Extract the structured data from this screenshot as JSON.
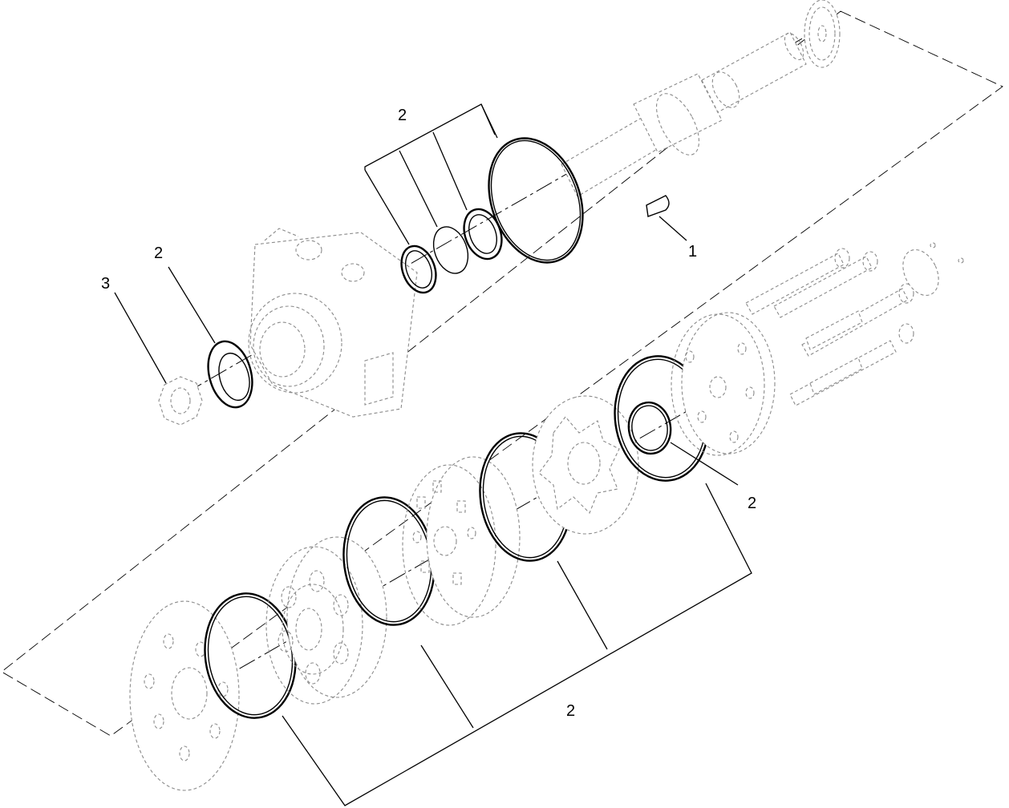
{
  "callouts": {
    "c1": "1",
    "c2_top": "2",
    "c2_left": "2",
    "c3": "3",
    "c2_right": "2",
    "c2_bottom": "2"
  },
  "colors": {
    "line": "#000000",
    "ghost": "#8a8a8a",
    "background": "#ffffff"
  }
}
